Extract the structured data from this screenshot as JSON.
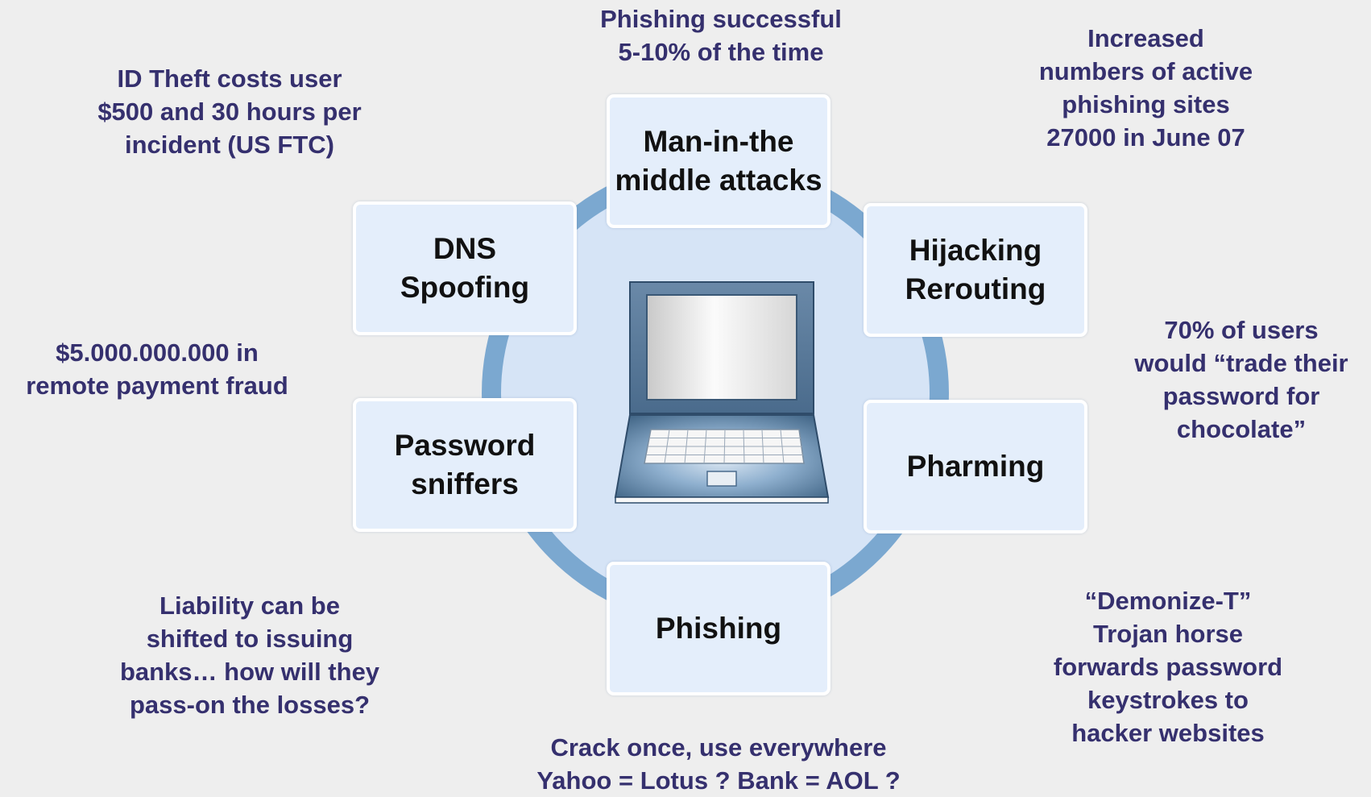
{
  "diagram": {
    "center_icon": "laptop-icon",
    "colors": {
      "background": "#eeeeee",
      "ring": "#7ba8d0",
      "ring_fill": "#d6e4f6",
      "node_fill": "#e4eefb",
      "node_text": "#111111",
      "note_text": "#35306e"
    },
    "nodes": {
      "mitm": "Man-in-the\nmiddle attacks",
      "hijacking": "Hijacking\nRerouting",
      "pharming": "Pharming",
      "phishing": "Phishing",
      "sniffers": "Password\nsniffers",
      "dns": "DNS\nSpoofing"
    },
    "notes": {
      "phishing_success": "Phishing successful\n5-10% of the time",
      "phishing_sites": "Increased\nnumbers of active\nphishing sites\n27000 in June 07",
      "users_chocolate": "70% of users\nwould “trade their\npassword for\nchocolate”",
      "demonize": "“Demonize-T”\nTrojan horse\nforwards password\nkeystrokes to\nhacker websites",
      "crack_once": "Crack once, use everywhere\nYahoo = Lotus ? Bank = AOL ?",
      "liability": "Liability can be\nshifted to issuing\nbanks… how will they\npass-on the losses?",
      "remote_fraud": "$5.000.000.000 in\nremote payment fraud",
      "id_theft": "ID Theft costs user\n$500 and 30 hours per\nincident (US FTC)"
    }
  }
}
